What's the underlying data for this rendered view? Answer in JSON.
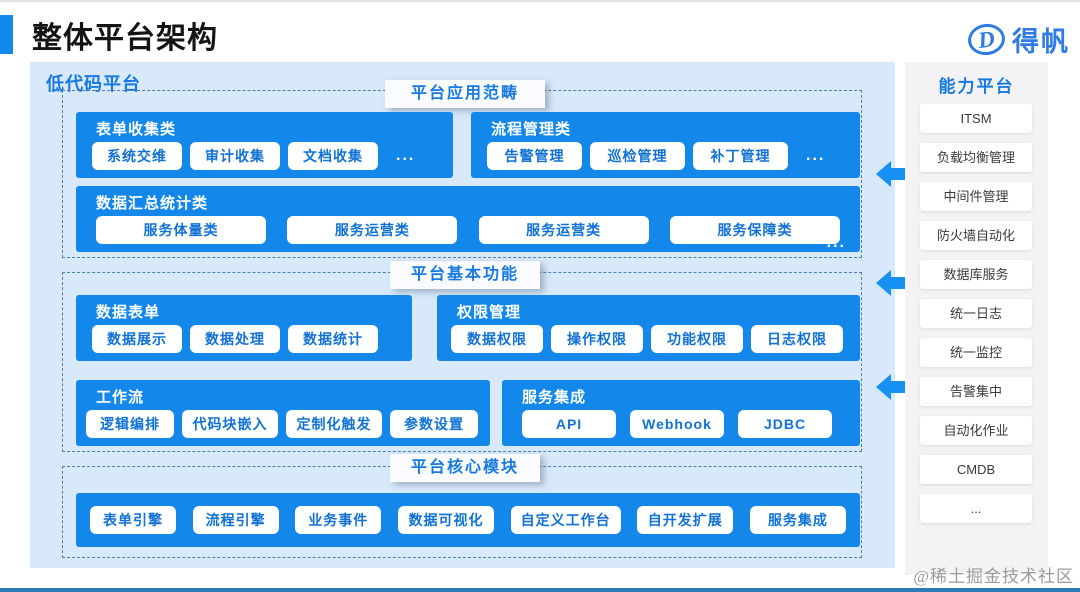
{
  "header": {
    "title": "整体平台架构",
    "logo_text": "得帆"
  },
  "diagram": {
    "panel_label": "低代码平台",
    "sections": [
      {
        "badge": "平台应用范畴",
        "groups": [
          {
            "title": "表单收集类",
            "items": [
              "系统交维",
              "审计收集",
              "文档收集"
            ],
            "more": "..."
          },
          {
            "title": "流程管理类",
            "items": [
              "告警管理",
              "巡检管理",
              "补丁管理"
            ],
            "more": "..."
          },
          {
            "title": "数据汇总统计类",
            "items": [
              "服务体量类",
              "服务运营类",
              "服务运营类",
              "服务保障类"
            ],
            "more": "..."
          }
        ]
      },
      {
        "badge": "平台基本功能",
        "groups": [
          {
            "title": "数据表单",
            "items": [
              "数据展示",
              "数据处理",
              "数据统计"
            ]
          },
          {
            "title": "权限管理",
            "items": [
              "数据权限",
              "操作权限",
              "功能权限",
              "日志权限"
            ]
          },
          {
            "title": "工作流",
            "items": [
              "逻辑编排",
              "代码块嵌入",
              "定制化触发",
              "参数设置"
            ]
          },
          {
            "title": "服务集成",
            "items": [
              "API",
              "Webhook",
              "JDBC"
            ]
          }
        ]
      },
      {
        "badge": "平台核心模块",
        "groups": [
          {
            "items": [
              "表单引擎",
              "流程引擎",
              "业务事件",
              "数据可视化",
              "自定义工作台",
              "自开发扩展",
              "服务集成"
            ]
          }
        ]
      }
    ]
  },
  "capability_panel": {
    "title": "能力平台",
    "items": [
      "ITSM",
      "负载均衡管理",
      "中间件管理",
      "防火墙自动化",
      "数据库服务",
      "统一日志",
      "统一监控",
      "告警集中",
      "自动化作业",
      "CMDB",
      "..."
    ]
  },
  "watermark": "@稀土掘金技术社区",
  "colors": {
    "box_blue": "#1488EA",
    "arrow_blue": "#1690F2",
    "button_text_blue": "#1171D4",
    "panel_bg": "#D8E9FB",
    "accent_text_blue": "#1879E0",
    "logo_blue": "#2F7BE3",
    "bottom_bar_blue": "#2E79B8"
  }
}
